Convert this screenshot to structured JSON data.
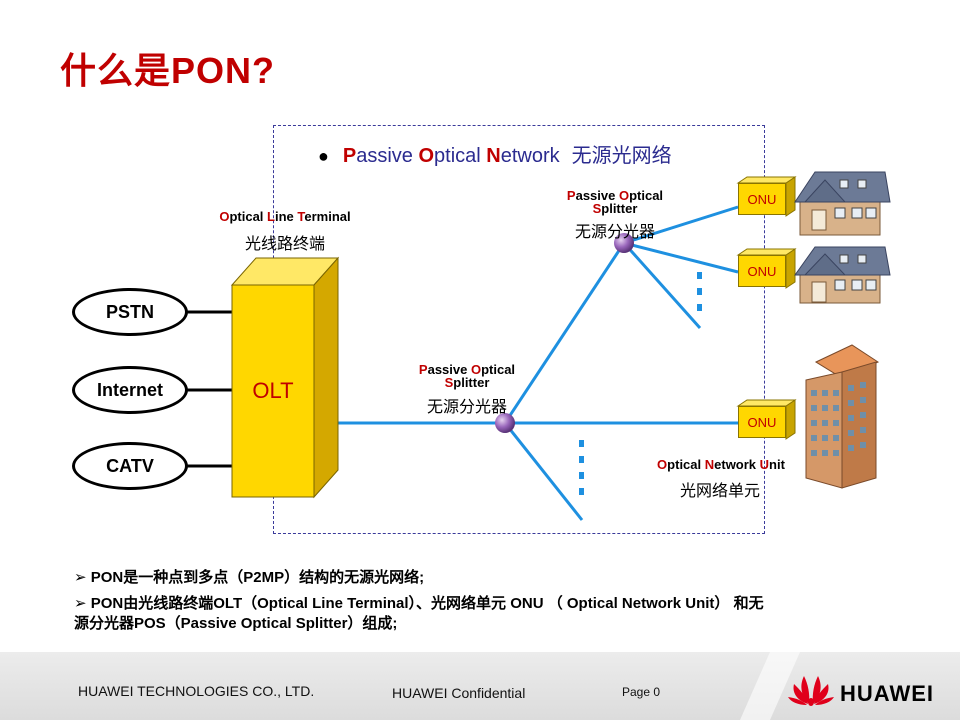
{
  "title": "什么是PON?",
  "bullet": {
    "p1": "P",
    "p2": "assive ",
    "p3": "O",
    "p4": "ptical ",
    "p5": "N",
    "p6": "etwork",
    "cn": "无源光网络"
  },
  "olt": {
    "label": "OLT",
    "en": {
      "a": "O",
      "b": "ptical ",
      "c": "L",
      "d": "ine ",
      "e": "T",
      "f": "erminal"
    },
    "cn": "光线路终端"
  },
  "sources": [
    "PSTN",
    "Internet",
    "CATV"
  ],
  "splitter_top": {
    "line1": {
      "a": "P",
      "b": "assive ",
      "c": "O",
      "d": "ptical"
    },
    "line2": {
      "a": "S",
      "b": "plitter"
    },
    "cn": "无源分光器"
  },
  "splitter_mid": {
    "line1": {
      "a": "P",
      "b": "assive ",
      "c": "O",
      "d": "ptical"
    },
    "line2": {
      "a": "S",
      "b": "plitter"
    },
    "cn": "无源分光器"
  },
  "onu_label": "ONU",
  "onu_unit": {
    "en": {
      "a": "O",
      "b": "ptical ",
      "c": "N",
      "d": "etwork ",
      "e": "U",
      "f": "nit"
    },
    "cn": "光网络单元"
  },
  "notes": [
    "PON是一种点到多点（P2MP）结构的无源光网络;",
    "PON由光线路终端OLT（Optical Line Terminal）、光网络单元 ONU （ Optical Network Unit） 和无源分光器POS（Passive Optical Splitter）组成;"
  ],
  "footer": {
    "company": "HUAWEI TECHNOLOGIES CO., LTD.",
    "confidential": "HUAWEI Confidential",
    "page": "Page 0",
    "brand": "HUAWEI"
  },
  "colors": {
    "accent_red": "#c00000",
    "fiber_blue": "#1e90e0",
    "olt_yellow": "#ffd700",
    "label_blue": "#2b2b8f"
  }
}
